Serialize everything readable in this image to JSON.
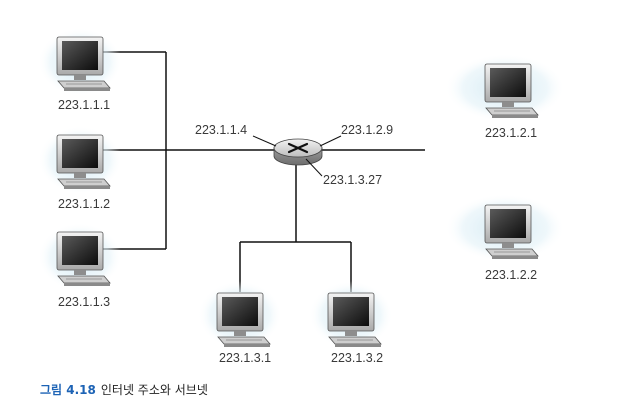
{
  "figure": {
    "number": "그림 4.18",
    "caption": "인터넷 주소와 서브넷"
  },
  "router": {
    "interfaces": [
      "223.1.1.4",
      "223.1.2.9",
      "223.1.3.27"
    ]
  },
  "hosts": [
    {
      "id": "223.1.1.1",
      "label": "223.1.1.1"
    },
    {
      "id": "223.1.1.2",
      "label": "223.1.1.2"
    },
    {
      "id": "223.1.1.3",
      "label": "223.1.1.3"
    },
    {
      "id": "223.1.2.1",
      "label": "223.1.2.1"
    },
    {
      "id": "223.1.2.2",
      "label": "223.1.2.2"
    },
    {
      "id": "223.1.3.1",
      "label": "223.1.3.1"
    },
    {
      "id": "223.1.3.2",
      "label": "223.1.3.2"
    }
  ],
  "colors": {
    "caption_accent": "#1d63b5",
    "wire": "#111111",
    "host_glow": "#d6ecf5"
  }
}
